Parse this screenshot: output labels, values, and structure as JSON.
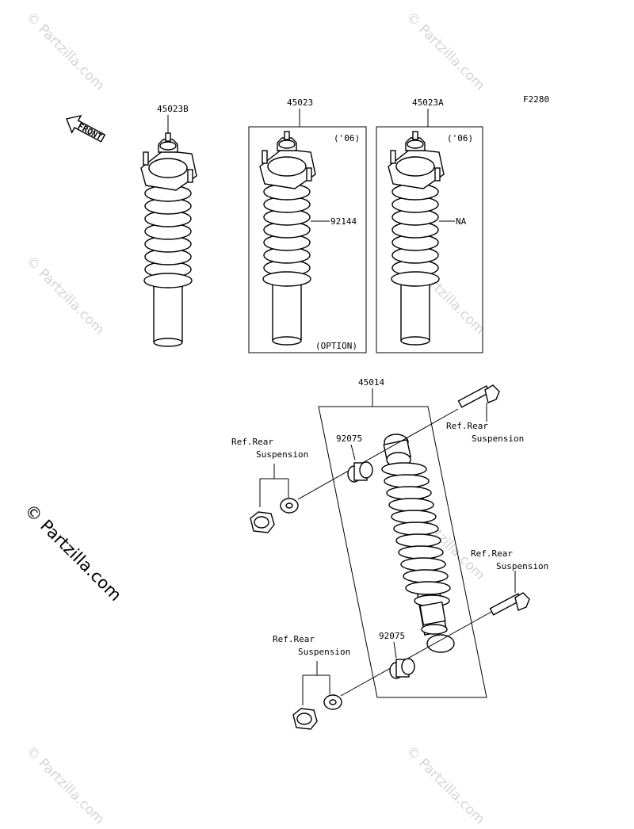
{
  "diagram_code": "F2280",
  "front_arrow_label": "FRONT",
  "parts": {
    "shock_b": {
      "number": "45023B"
    },
    "shock": {
      "number": "45023",
      "year_note": "('06)",
      "option_note": "(OPTION)",
      "spring_part": "92144"
    },
    "shock_a": {
      "number": "45023A",
      "year_note": "('06)",
      "spring_part": "NA"
    },
    "rear_shock": {
      "number": "45014"
    },
    "bushing_upper": {
      "number": "92075"
    },
    "bushing_lower": {
      "number": "92075"
    }
  },
  "refs": {
    "upper_bolt": [
      "Ref.Rear",
      "Suspension"
    ],
    "upper_nut": [
      "Ref.Rear",
      "Suspension"
    ],
    "lower_bolt": [
      "Ref.Rear",
      "Suspension"
    ],
    "lower_nut": [
      "Ref.Rear",
      "Suspension"
    ]
  },
  "watermark": {
    "small": "© Partzilla.com",
    "large": "© Partzilla.com"
  }
}
